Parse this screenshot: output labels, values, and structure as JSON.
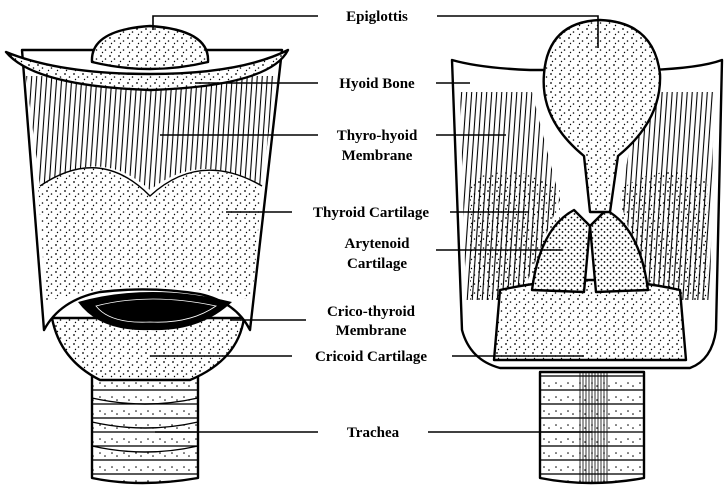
{
  "labels": {
    "epiglottis": "Epiglottis",
    "hyoid_bone": "Hyoid Bone",
    "thyro_hyoid_line1": "Thyro-hyoid",
    "thyro_hyoid_line2": "Membrane",
    "thyroid_cartilage": "Thyroid Cartilage",
    "arytenoid_line1": "Arytenoid",
    "arytenoid_line2": "Cartilage",
    "crico_thyroid_line1": "Crico-thyroid",
    "crico_thyroid_line2": "Membrane",
    "cricoid_cartilage": "Cricoid Cartilage",
    "trachea": "Trachea"
  },
  "colors": {
    "ink": "#000000",
    "paper": "#ffffff"
  }
}
